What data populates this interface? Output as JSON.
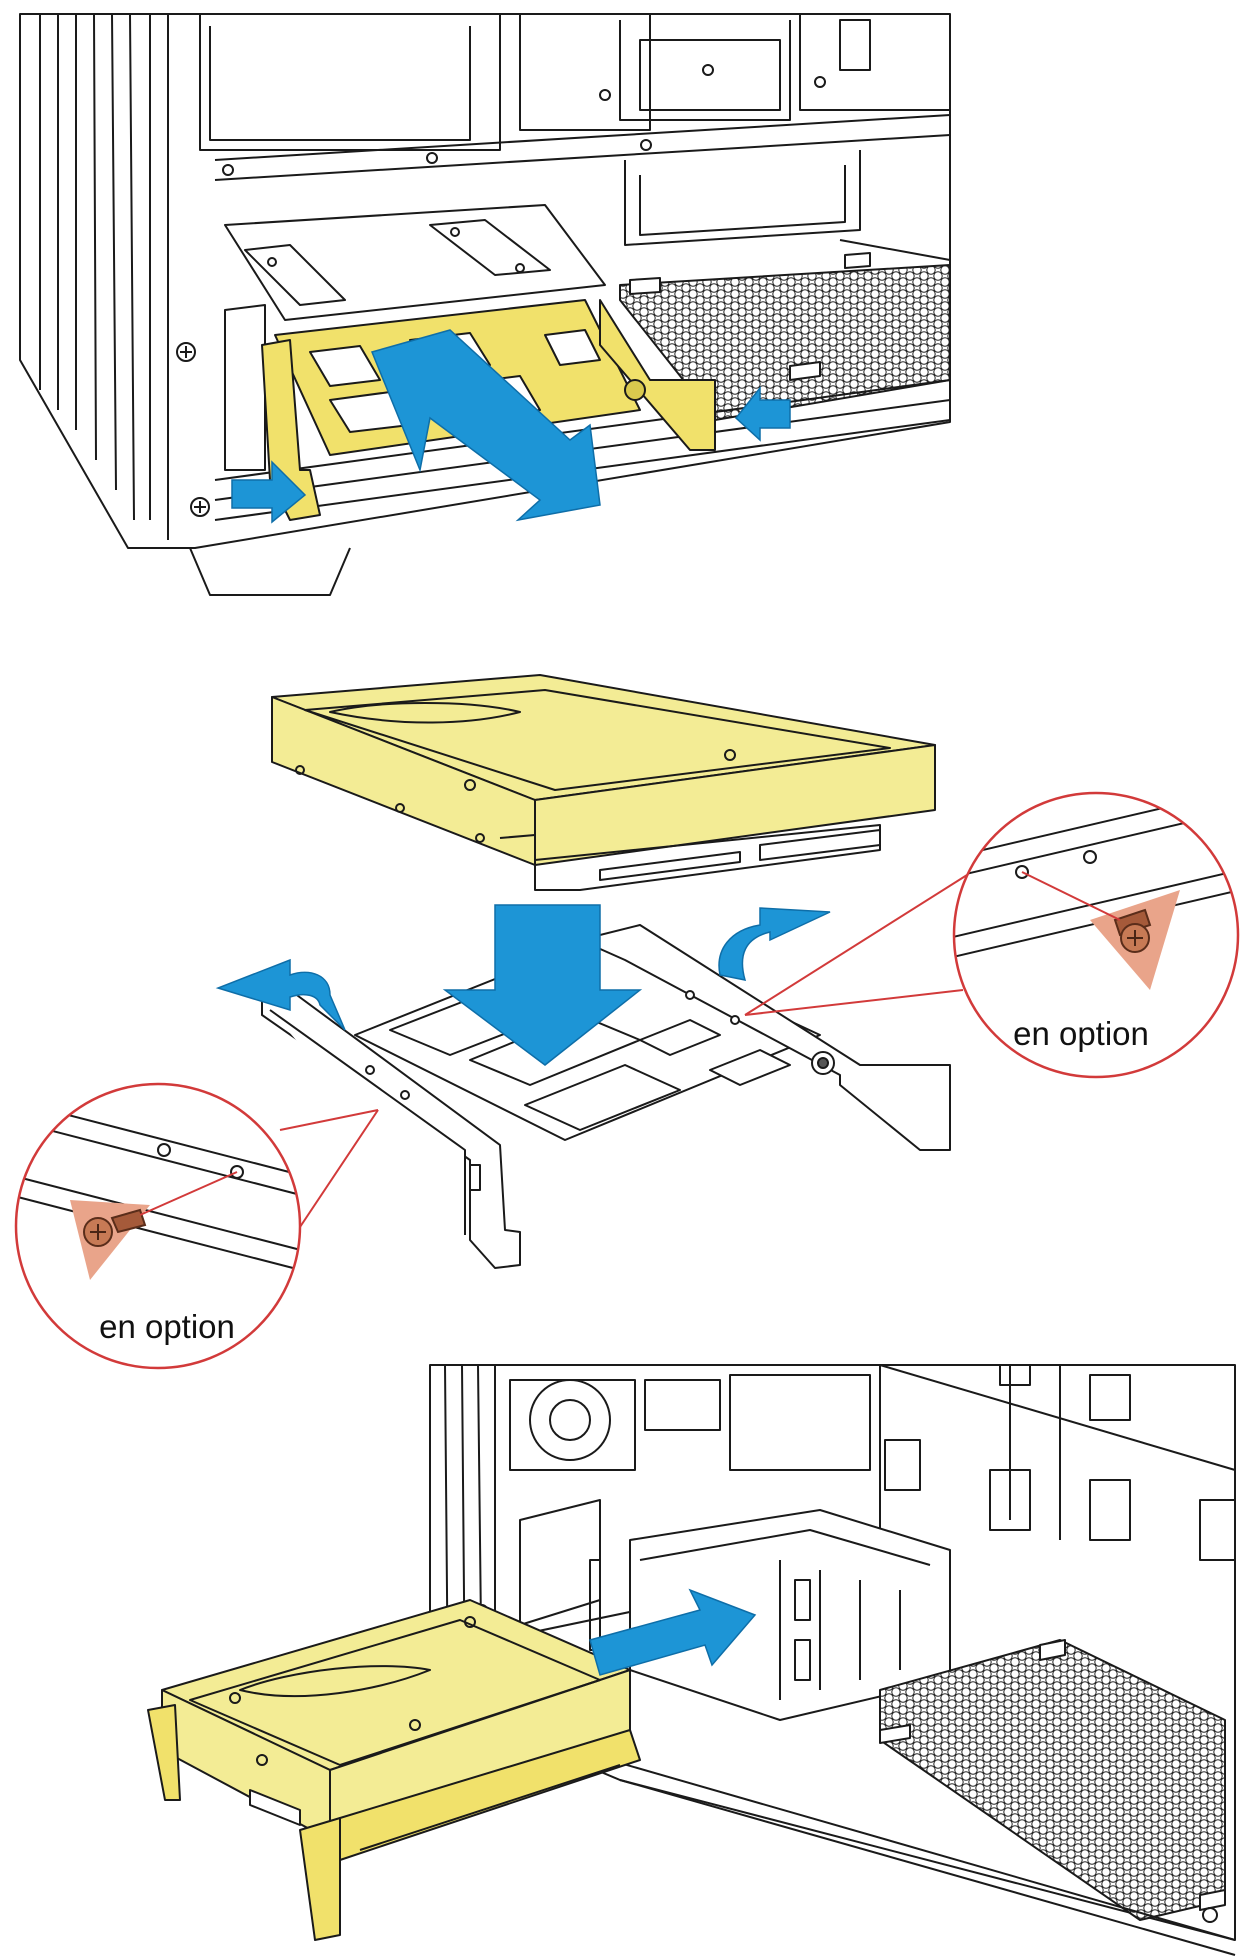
{
  "colors": {
    "line": "#1a1a1a",
    "drive_fill": "#f3ec95",
    "tray_fill": "#f1e16b",
    "arrow_blue": "#1d95d6",
    "callout_red": "#d23a3a",
    "screw_cone": "#e9a48a",
    "screw_body": "#a55a3a",
    "background": "#ffffff"
  },
  "icons": {
    "arrow": "blue-direction-arrow",
    "screw": "screw-icon"
  },
  "callouts": [
    {
      "label": "en option"
    },
    {
      "label": "en option"
    }
  ]
}
